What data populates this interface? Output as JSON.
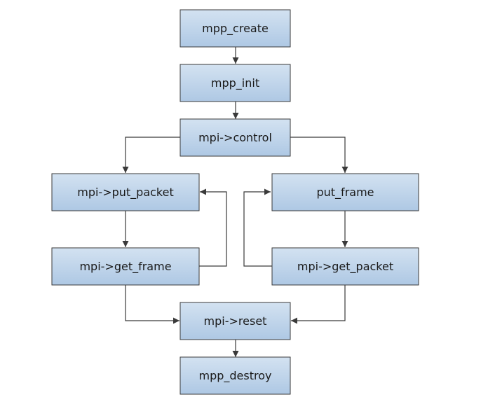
{
  "colors": {
    "box_fill_top": "#d3e2f1",
    "box_fill_bottom": "#aec8e4",
    "box_border": "#3a3a3a",
    "arrow": "#3a3a3a",
    "text": "#1a1a1a",
    "background": "#ffffff"
  },
  "nodes": {
    "mpp_create": "mpp_create",
    "mpp_init": "mpp_init",
    "mpi_control": "mpi->control",
    "mpi_put_packet": "mpi->put_packet",
    "put_frame": "put_frame",
    "mpi_get_frame": "mpi->get_frame",
    "mpi_get_packet": "mpi->get_packet",
    "mpi_reset": "mpi->reset",
    "mpp_destroy": "mpp_destroy"
  },
  "edges": [
    {
      "from": "mpp_create",
      "to": "mpp_init"
    },
    {
      "from": "mpp_init",
      "to": "mpi_control"
    },
    {
      "from": "mpi_control",
      "to": "mpi_put_packet"
    },
    {
      "from": "mpi_control",
      "to": "put_frame"
    },
    {
      "from": "mpi_put_packet",
      "to": "mpi_get_frame"
    },
    {
      "from": "mpi_get_frame",
      "to": "mpi_put_packet"
    },
    {
      "from": "put_frame",
      "to": "mpi_get_packet"
    },
    {
      "from": "mpi_get_packet",
      "to": "put_frame"
    },
    {
      "from": "mpi_get_frame",
      "to": "mpi_reset"
    },
    {
      "from": "mpi_get_packet",
      "to": "mpi_reset"
    },
    {
      "from": "mpi_reset",
      "to": "mpp_destroy"
    }
  ]
}
